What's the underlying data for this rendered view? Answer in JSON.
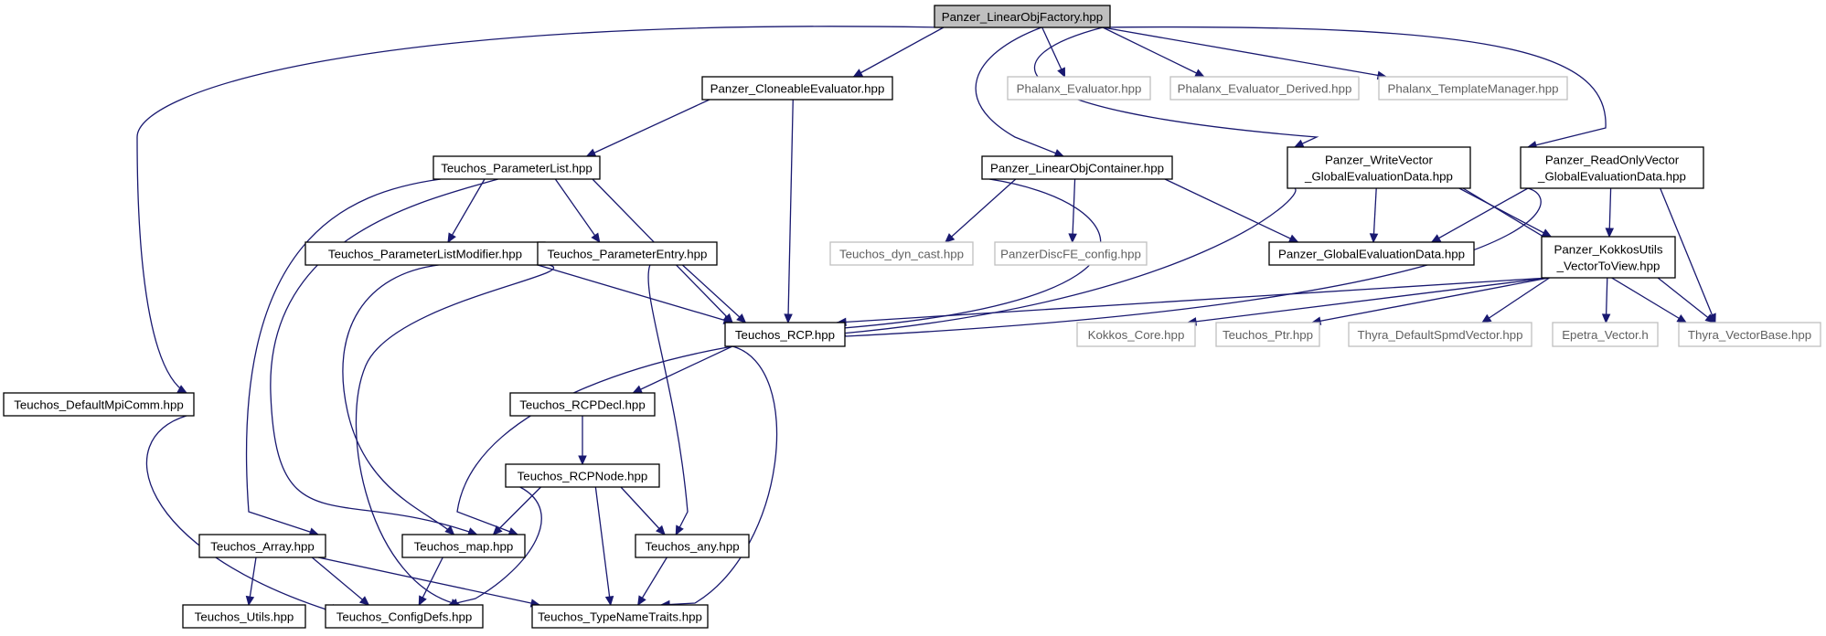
{
  "colors": {
    "edge": "#191970",
    "node_border": "#000000",
    "external_border": "#bfbfbf",
    "root_fill": "#bfbfbf"
  },
  "nodes": {
    "root": {
      "lines": [
        "Panzer_LinearObjFactory.hpp"
      ],
      "kind": "root"
    },
    "cloneable": {
      "lines": [
        "Panzer_CloneableEvaluator.hpp"
      ],
      "kind": "normal"
    },
    "ph_eval": {
      "lines": [
        "Phalanx_Evaluator.hpp"
      ],
      "kind": "external"
    },
    "ph_deriv": {
      "lines": [
        "Phalanx_Evaluator_Derived.hpp"
      ],
      "kind": "external"
    },
    "ph_tm": {
      "lines": [
        "Phalanx_TemplateManager.hpp"
      ],
      "kind": "external"
    },
    "paramlist": {
      "lines": [
        "Teuchos_ParameterList.hpp"
      ],
      "kind": "normal"
    },
    "linobjcont": {
      "lines": [
        "Panzer_LinearObjContainer.hpp"
      ],
      "kind": "normal"
    },
    "writevec": {
      "lines": [
        "Panzer_WriteVector",
        "_GlobalEvaluationData.hpp"
      ],
      "kind": "normal"
    },
    "readvec": {
      "lines": [
        "Panzer_ReadOnlyVector",
        "_GlobalEvaluationData.hpp"
      ],
      "kind": "normal"
    },
    "plmod": {
      "lines": [
        "Teuchos_ParameterListModifier.hpp"
      ],
      "kind": "normal"
    },
    "pentry": {
      "lines": [
        "Teuchos_ParameterEntry.hpp"
      ],
      "kind": "normal"
    },
    "dyncast": {
      "lines": [
        "Teuchos_dyn_cast.hpp"
      ],
      "kind": "external"
    },
    "discfe": {
      "lines": [
        "PanzerDiscFE_config.hpp"
      ],
      "kind": "external"
    },
    "globaleval": {
      "lines": [
        "Panzer_GlobalEvaluationData.hpp"
      ],
      "kind": "normal"
    },
    "kokkosutils": {
      "lines": [
        "Panzer_KokkosUtils",
        "_VectorToView.hpp"
      ],
      "kind": "normal"
    },
    "rcp": {
      "lines": [
        "Teuchos_RCP.hpp"
      ],
      "kind": "normal"
    },
    "kokkoscore": {
      "lines": [
        "Kokkos_Core.hpp"
      ],
      "kind": "external"
    },
    "ptr": {
      "lines": [
        "Teuchos_Ptr.hpp"
      ],
      "kind": "external"
    },
    "spmd": {
      "lines": [
        "Thyra_DefaultSpmdVector.hpp"
      ],
      "kind": "external"
    },
    "epetra": {
      "lines": [
        "Epetra_Vector.h"
      ],
      "kind": "external"
    },
    "vecbase": {
      "lines": [
        "Thyra_VectorBase.hpp"
      ],
      "kind": "external"
    },
    "mpicomm": {
      "lines": [
        "Teuchos_DefaultMpiComm.hpp"
      ],
      "kind": "normal"
    },
    "rcpdecl": {
      "lines": [
        "Teuchos_RCPDecl.hpp"
      ],
      "kind": "normal"
    },
    "rcpnode": {
      "lines": [
        "Teuchos_RCPNode.hpp"
      ],
      "kind": "normal"
    },
    "array": {
      "lines": [
        "Teuchos_Array.hpp"
      ],
      "kind": "normal"
    },
    "map": {
      "lines": [
        "Teuchos_map.hpp"
      ],
      "kind": "normal"
    },
    "any": {
      "lines": [
        "Teuchos_any.hpp"
      ],
      "kind": "normal"
    },
    "utils": {
      "lines": [
        "Teuchos_Utils.hpp"
      ],
      "kind": "normal"
    },
    "configdefs": {
      "lines": [
        "Teuchos_ConfigDefs.hpp"
      ],
      "kind": "normal"
    },
    "typenametraits": {
      "lines": [
        "Teuchos_TypeNameTraits.hpp"
      ],
      "kind": "normal"
    }
  },
  "edges": [
    [
      "root",
      "cloneable"
    ],
    [
      "root",
      "ph_eval"
    ],
    [
      "root",
      "ph_deriv"
    ],
    [
      "root",
      "ph_tm"
    ],
    [
      "root",
      "linobjcont"
    ],
    [
      "root",
      "writevec"
    ],
    [
      "root",
      "readvec"
    ],
    [
      "root",
      "mpicomm"
    ],
    [
      "cloneable",
      "paramlist"
    ],
    [
      "cloneable",
      "rcp"
    ],
    [
      "paramlist",
      "plmod"
    ],
    [
      "paramlist",
      "pentry"
    ],
    [
      "paramlist",
      "rcp"
    ],
    [
      "paramlist",
      "array"
    ],
    [
      "paramlist",
      "map"
    ],
    [
      "plmod",
      "rcp"
    ],
    [
      "plmod",
      "map"
    ],
    [
      "pentry",
      "rcp"
    ],
    [
      "pentry",
      "any"
    ],
    [
      "pentry",
      "configdefs"
    ],
    [
      "linobjcont",
      "dyncast"
    ],
    [
      "linobjcont",
      "discfe"
    ],
    [
      "linobjcont",
      "globaleval"
    ],
    [
      "linobjcont",
      "rcp"
    ],
    [
      "writevec",
      "globaleval"
    ],
    [
      "writevec",
      "kokkosutils"
    ],
    [
      "writevec",
      "rcp"
    ],
    [
      "writevec",
      "vecbase"
    ],
    [
      "readvec",
      "globaleval"
    ],
    [
      "readvec",
      "kokkosutils"
    ],
    [
      "readvec",
      "rcp"
    ],
    [
      "readvec",
      "vecbase"
    ],
    [
      "kokkosutils",
      "rcp"
    ],
    [
      "kokkosutils",
      "kokkoscore"
    ],
    [
      "kokkosutils",
      "ptr"
    ],
    [
      "kokkosutils",
      "spmd"
    ],
    [
      "kokkosutils",
      "epetra"
    ],
    [
      "kokkosutils",
      "vecbase"
    ],
    [
      "rcp",
      "rcpdecl"
    ],
    [
      "rcp",
      "map"
    ],
    [
      "rcp",
      "typenametraits"
    ],
    [
      "rcpdecl",
      "rcpnode"
    ],
    [
      "rcpnode",
      "map"
    ],
    [
      "rcpnode",
      "any"
    ],
    [
      "rcpnode",
      "configdefs"
    ],
    [
      "rcpnode",
      "typenametraits"
    ],
    [
      "any",
      "typenametraits"
    ],
    [
      "map",
      "configdefs"
    ],
    [
      "array",
      "utils"
    ],
    [
      "array",
      "configdefs"
    ],
    [
      "array",
      "typenametraits"
    ],
    [
      "mpicomm",
      "configdefs"
    ]
  ]
}
